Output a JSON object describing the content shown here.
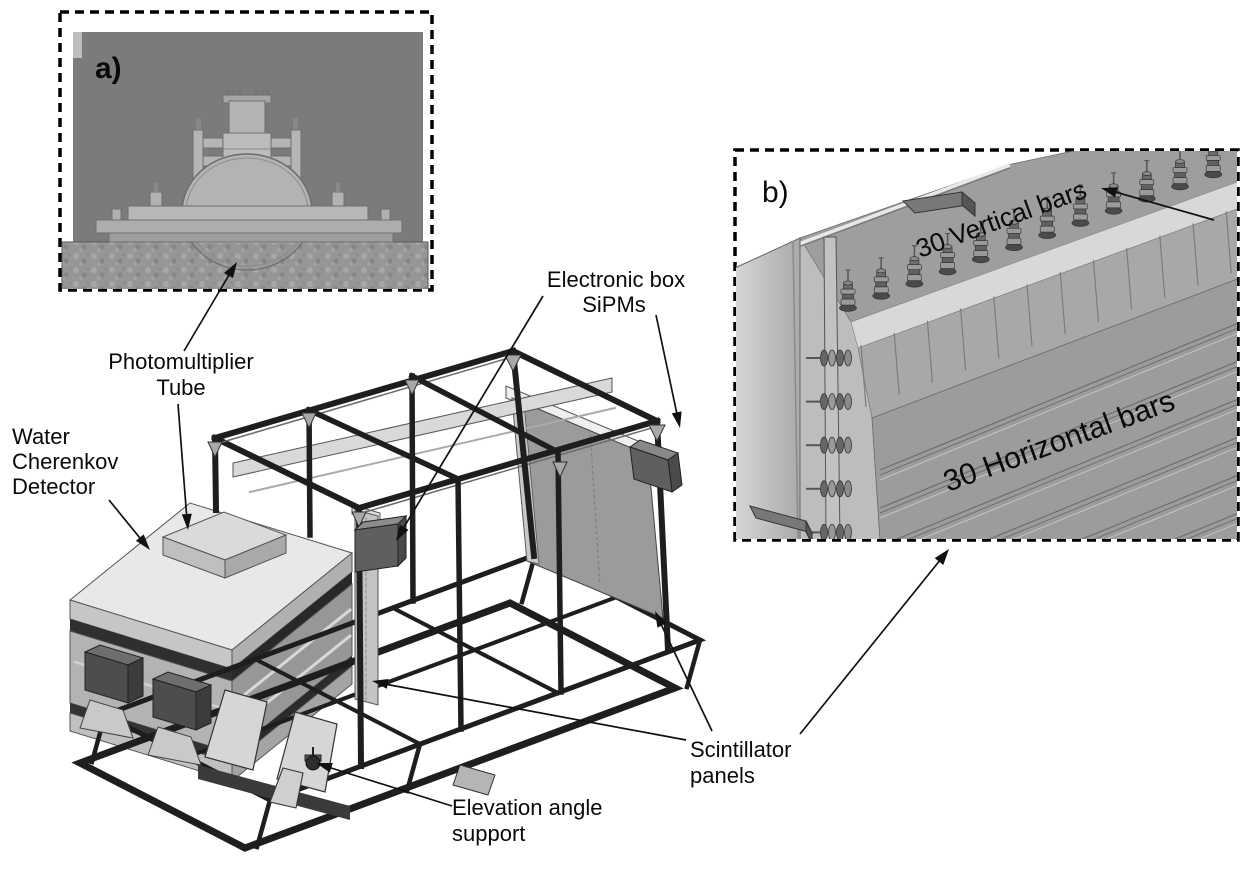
{
  "insets": {
    "a": {
      "tag": "a)"
    },
    "b": {
      "tag": "b)",
      "vertical_bars_label": "30 Vertical bars",
      "horizontal_bars_label": "30 Horizontal bars"
    }
  },
  "callouts": {
    "photomultiplier": {
      "line1": "Photomultiplier",
      "line2": "Tube"
    },
    "water_cherenkov": {
      "line1": "Water",
      "line2": "Cherenkov",
      "line3": "Detector"
    },
    "electronic_box": {
      "line1": "Electronic box",
      "line2": "SiPMs"
    },
    "scintillator": {
      "line1": "Scintillator",
      "line2": "panels"
    },
    "elevation": {
      "line1": "Elevation angle",
      "line2": "support"
    }
  },
  "palette": {
    "background": "#ffffff",
    "line": "#111111",
    "frame": "#1e1e1e",
    "inset_a_bg": "#7b7b7b",
    "pmt_body": "#b3b3b3",
    "speckle_base": "#969696",
    "detector_top": "#e8e8e8",
    "panel_gray": "#9b9b9b",
    "box_dark": "#5f5f5f",
    "roof_gray": "#9e9e9e",
    "ledge_light": "#d8d8d8"
  },
  "render": {
    "top_connector_count": 12,
    "side_connector_count": 5,
    "horizontal_bar_line_count": 6,
    "vertical_bar_separator_count": 12
  }
}
